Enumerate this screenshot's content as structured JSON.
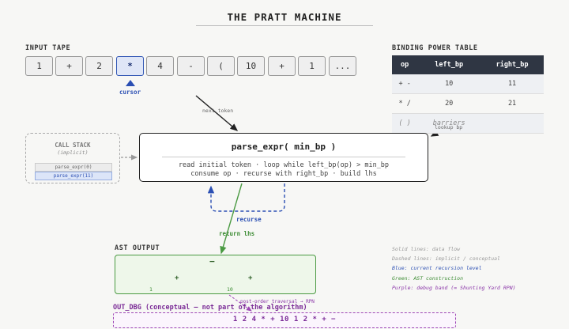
{
  "title": "THE PRATT MACHINE",
  "input_tape": {
    "label": "INPUT TAPE",
    "cells": [
      "1",
      "+",
      "2",
      "*",
      "4",
      "-",
      "(",
      "10",
      "+",
      "1",
      "..."
    ],
    "cursor_index": 3,
    "cursor_label": "cursor"
  },
  "binding_power_table": {
    "label": "BINDING POWER TABLE",
    "headers": [
      "op",
      "left_bp",
      "right_bp"
    ],
    "rows": [
      [
        "+ -",
        "10",
        "11"
      ],
      [
        "* /",
        "20",
        "21"
      ]
    ],
    "barrier_row": {
      "op": "( )",
      "note": "barriers"
    }
  },
  "parse_expr": {
    "title": "parse_expr( min_bp )",
    "line1": "read initial token · loop while left_bp(op) > min_bp",
    "line2": "consume op · recurse with right_bp · build lhs"
  },
  "call_stack": {
    "title": "CALL STACK",
    "subtitle": "(implicit)",
    "frames": [
      "parse_expr(0)",
      "parse_expr(11)"
    ]
  },
  "arrows": {
    "next_token": "next token",
    "lookup_bp": "lookup bp",
    "recurse": "recurse",
    "return_lhs": "return lhs",
    "post_order": "post-order traversal → RPN"
  },
  "ast_output": {
    "label": "AST OUTPUT",
    "root": "−",
    "left_child": "+",
    "right_child": "+",
    "leaf_left": "1",
    "leaf_right": "10"
  },
  "out_dbg": {
    "label": "OUT_DBG (conceptual — not part of the algorithm)",
    "sequence": "1 2 4 * + 10 1 2 * + −"
  },
  "legend": [
    {
      "text": "Solid lines: data flow",
      "color": "#9a9a9a"
    },
    {
      "text": "Dashed lines: implicit / conceptual",
      "color": "#9a9a9a"
    },
    {
      "text": "Blue: current recursion level",
      "color": "#2b4fb3"
    },
    {
      "text": "Green: AST construction",
      "color": "#3d8c34"
    },
    {
      "text": "Purple: debug band (= Shunting Yard RPN)",
      "color": "#8a35a8"
    }
  ]
}
